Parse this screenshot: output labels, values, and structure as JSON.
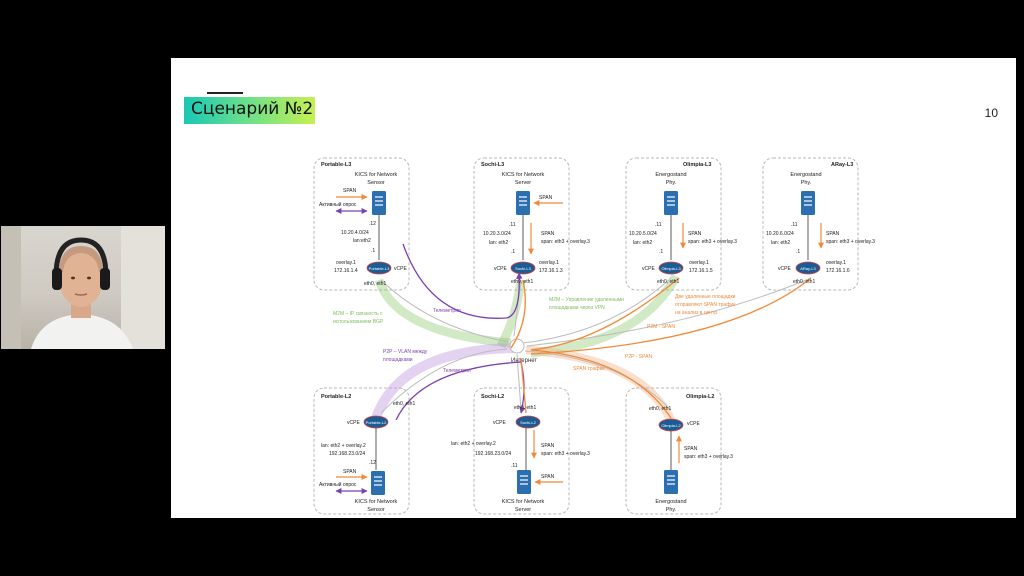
{
  "slide": {
    "title": "Сценарий №2",
    "page_number": "10"
  },
  "video": {
    "description_icon": "person-icon"
  },
  "colors": {
    "purple": "#7e3fb1",
    "green": "#7bbf5a",
    "orange": "#f08a3a",
    "server": "#2c6fb0",
    "router": "#1a5c94",
    "box_border": "#b8b8b8"
  },
  "diagram": {
    "center": "Интернет",
    "sites": [
      {
        "name": "Portable-L3",
        "device": "KICS for Network",
        "device_role": "Sensor",
        "router": "Portable-L3",
        "vcpe": "vCPE",
        "ip_host": ".12",
        "subnet": "10.20.4.0/24",
        "lan": "lan:eth2",
        "ip_gw": ".1",
        "overlay": "overlay.1",
        "overlay_ip": "172.16.1.4",
        "ports": "eth0, eth1",
        "span": "SPAN",
        "active": "Активный опрос"
      },
      {
        "name": "Sochi-L3",
        "device": "KICS for Network",
        "device_role": "Server",
        "router": "Sochi-L3",
        "vcpe": "vCPE",
        "ip_host": ".11",
        "subnet": "10.20.3.0/24",
        "lan": "lan: eth2",
        "ip_gw": ".1",
        "overlay": "overlay.1",
        "overlay_ip": "172.16.1.3",
        "ports": "eth0, eth1",
        "span": "SPAN",
        "span_detail": "span: eth3 + overlay.3"
      },
      {
        "name": "Olimpia-L3",
        "device": "Energostand",
        "device_role": "Phy.",
        "router": "Olimpia-L3",
        "vcpe": "vCPE",
        "ip_host": ".11",
        "subnet": "10.20.5.0/24",
        "lan": "lan: eth2",
        "ip_gw": ".1",
        "overlay": "overlay.1",
        "overlay_ip": "172.16.1.5",
        "ports": "eth0, eth1",
        "span": "SPAN",
        "span_detail": "span: eth3 + overlay.3"
      },
      {
        "name": "ARay-L3",
        "device": "Energostand",
        "device_role": "Phy.",
        "router": "ARay-L3",
        "vcpe": "vCPE",
        "ip_host": ".11",
        "subnet": "10.20.6.0/24",
        "lan": "lan: eth2",
        "ip_gw": ".1",
        "overlay": "overlay.1",
        "overlay_ip": "172.16.1.6",
        "ports": "eth0, eth1",
        "span": "SPAN",
        "span_detail": "span: eth3 + overlay.3"
      },
      {
        "name": "Portable-L2",
        "device": "KICS for Network",
        "device_role": "Sensor",
        "router": "Portable-L2",
        "vcpe": "vCPE",
        "ip_host": ".12",
        "subnet": "192.168.23.0/24",
        "lan": "lan: eth2 + overlay.2",
        "ports": "eth0, eth1",
        "span": "SPAN",
        "active": "Активный опрос"
      },
      {
        "name": "Sochi-L2",
        "device": "KICS for Network",
        "device_role": "Server",
        "router": "Sochi-L2",
        "vcpe": "vCPE",
        "ip_host": ".11",
        "subnet": "192.168.23.0/24",
        "lan": "lan: eth2 + overlay.2",
        "ports": "eth0, eth1",
        "span": "SPAN",
        "span_detail": "span: eth3 + overlay.3"
      },
      {
        "name": "Olimpia-L2",
        "device": "Energostand",
        "device_role": "Phy.",
        "router": "Olimpia-L2",
        "vcpe": "vCPE",
        "ports": "eth0, eth1",
        "span": "SPAN",
        "span_detail": "span: eth3 + overlay.3"
      }
    ],
    "links": {
      "telemetry_top": "Телеметрия",
      "telemetry_bottom": "Телеметрия",
      "m2m_bgp_1": "M2M – IP связность с",
      "m2m_bgp_2": "использованием BGP",
      "m2m_vpn_1": "M2M – Управление удаленными",
      "m2m_vpn_2": "площадками через VPN",
      "p2p_vlan_1": "P2P – VLAN между",
      "p2p_vlan_2": "площадками",
      "p2m_span": "P2M - SPAN",
      "p2p_span": "P2P - SPAN",
      "span_traffic": "SPAN трафик",
      "remote_span_1": "Две удаленные площадки",
      "remote_span_2": "отправляют SPAN трафик",
      "remote_span_3": "на анализ в центр"
    }
  }
}
